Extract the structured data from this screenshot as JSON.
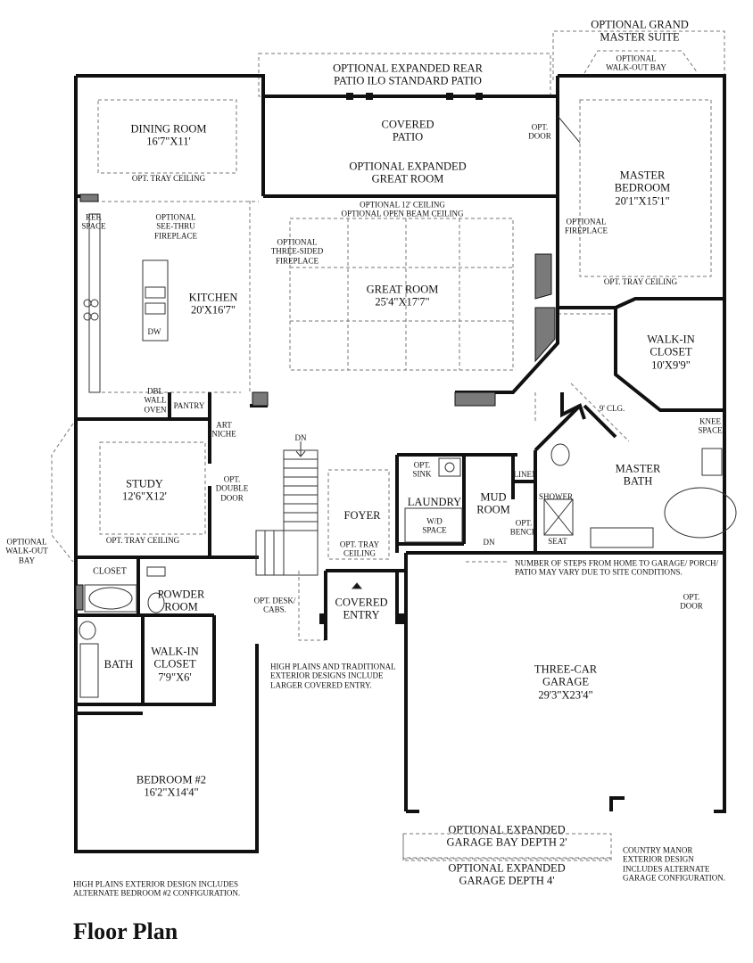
{
  "title": "Floor Plan",
  "rooms": {
    "dining": {
      "name": "DINING ROOM",
      "dim": "16'7\"X11'"
    },
    "covered_patio": {
      "line1": "COVERED",
      "line2": "PATIO"
    },
    "master_bedroom": {
      "line1": "MASTER",
      "line2": "BEDROOM",
      "dim": "20'1\"X15'1\""
    },
    "kitchen": {
      "name": "KITCHEN",
      "dim": "20'X16'7\""
    },
    "great_room": {
      "name": "GREAT ROOM",
      "dim": "25'4\"X17'7\""
    },
    "walkin_closet_master": {
      "line1": "WALK-IN",
      "line2": "CLOSET",
      "dim": "10'X9'9\""
    },
    "study": {
      "name": "STUDY",
      "dim": "12'6\"X12'"
    },
    "foyer": {
      "name": "FOYER"
    },
    "laundry": {
      "name": "LAUNDRY"
    },
    "mud_room": {
      "line1": "MUD",
      "line2": "ROOM"
    },
    "master_bath": {
      "line1": "MASTER",
      "line2": "BATH"
    },
    "closet": {
      "name": "CLOSET"
    },
    "powder_room": {
      "line1": "POWDER",
      "line2": "ROOM"
    },
    "covered_entry": {
      "line1": "COVERED",
      "line2": "ENTRY"
    },
    "bath": {
      "name": "BATH"
    },
    "walkin_closet_2": {
      "line1": "WALK-IN",
      "line2": "CLOSET",
      "dim": "7'9\"X6'"
    },
    "garage": {
      "line1": "THREE-CAR",
      "line2": "GARAGE",
      "dim": "29'3\"X23'4\""
    },
    "bedroom2": {
      "name": "BEDROOM #2",
      "dim": "16'2\"X14'4\""
    }
  },
  "notes": {
    "grand_master": {
      "line1": "OPTIONAL GRAND",
      "line2": "MASTER SUITE"
    },
    "walkout_bay_top": {
      "line1": "OPTIONAL",
      "line2": "WALK-OUT BAY"
    },
    "expanded_patio": {
      "line1": "OPTIONAL EXPANDED REAR",
      "line2": "PATIO ILO STANDARD PATIO"
    },
    "opt_door_top": {
      "line1": "OPT.",
      "line2": "DOOR"
    },
    "expanded_great": {
      "line1": "OPTIONAL EXPANDED",
      "line2": "GREAT ROOM"
    },
    "tray_dining": "OPT. TRAY CEILING",
    "ceiling_12": {
      "line1": "OPTIONAL 12' CEILING",
      "line2": "OPTIONAL OPEN BEAM CEILING"
    },
    "ref_space": {
      "line1": "REF.",
      "line2": "SPACE"
    },
    "see_thru": {
      "line1": "OPTIONAL",
      "line2": "SEE-THRU",
      "line3": "FIREPLACE"
    },
    "three_sided": {
      "line1": "OPTIONAL",
      "line2": "THREE-SIDED",
      "line3": "FIREPLACE"
    },
    "opt_fireplace": {
      "line1": "OPTIONAL",
      "line2": "FIREPLACE"
    },
    "tray_master": "OPT. TRAY CEILING",
    "dw": "DW",
    "wall_oven": {
      "line1": "DBL",
      "line2": "WALL",
      "line3": "OVEN"
    },
    "pantry": "PANTRY",
    "art_niche": {
      "line1": "ART",
      "line2": "NICHE"
    },
    "dn_stairs": "DN",
    "clg_9": "9' CLG.",
    "knee_space": {
      "line1": "KNEE",
      "line2": "SPACE"
    },
    "opt_sink": {
      "line1": "OPT.",
      "line2": "SINK"
    },
    "linen": "LINEN",
    "double_door": {
      "line1": "OPT.",
      "line2": "DOUBLE",
      "line3": "DOOR"
    },
    "wd_space": {
      "line1": "W/D",
      "line2": "SPACE"
    },
    "opt_bench": {
      "line1": "OPT.",
      "line2": "BENCH"
    },
    "shower": "SHOWER",
    "seat": "SEAT",
    "tray_study": "OPT. TRAY CEILING",
    "tray_foyer": {
      "line1": "OPT. TRAY",
      "line2": "CEILING"
    },
    "dn_mud": "DN",
    "walkout_bay_left": {
      "line1": "OPTIONAL",
      "line2": "WALK-OUT",
      "line3": "BAY"
    },
    "steps_note": {
      "line1": "NUMBER OF STEPS FROM HOME TO GARAGE/ PORCH/",
      "line2": "PATIO MAY VARY DUE TO SITE CONDITIONS."
    },
    "opt_door_garage": {
      "line1": "OPT.",
      "line2": "DOOR"
    },
    "desk_cabs": {
      "line1": "OPT. DESK/",
      "line2": "CABS."
    },
    "high_plains_entry": {
      "line1": "HIGH PLAINS AND TRADITIONAL",
      "line2": "EXTERIOR DESIGNS INCLUDE",
      "line3": "LARGER COVERED ENTRY."
    },
    "garage_bay": {
      "line1": "OPTIONAL EXPANDED",
      "line2": "GARAGE BAY DEPTH 2'"
    },
    "garage_depth": {
      "line1": "OPTIONAL EXPANDED",
      "line2": "GARAGE DEPTH 4'"
    },
    "high_plains_bed": {
      "line1": "HIGH PLAINS EXTERIOR DESIGN INCLUDES",
      "line2": "ALTERNATE BEDROOM #2 CONFIGURATION."
    },
    "country_manor": {
      "line1": "COUNTRY MANOR",
      "line2": "EXTERIOR DESIGN",
      "line3": "INCLUDES ALTERNATE",
      "line4": "GARAGE CONFIGURATION."
    }
  },
  "colors": {
    "wall": "#111111",
    "fireplace": "#7a7a7a",
    "dashed": "#777777"
  }
}
